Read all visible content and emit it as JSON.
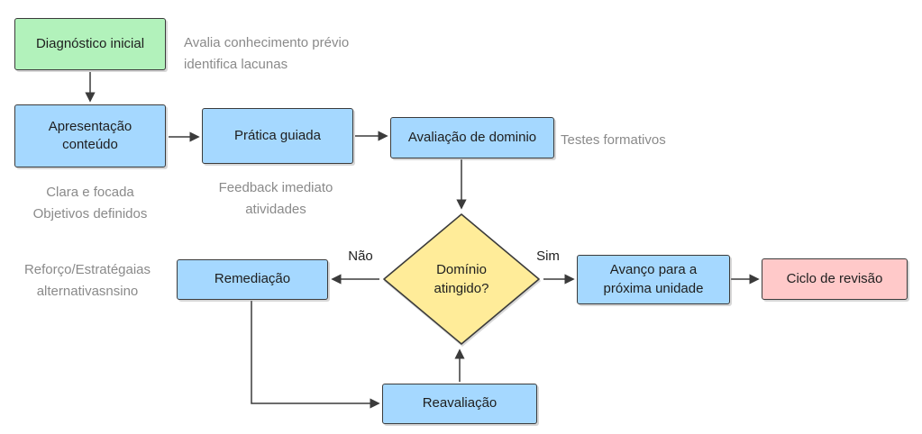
{
  "diagram": {
    "nodes": {
      "diagnostico": "Diagnóstico inicial",
      "apresentacao": "Apresentação conteúdo",
      "pratica": "Prática guiada",
      "avaliacao": "Avaliação de dominio",
      "dominio": "Domínio atingido?",
      "remediacao": "Remediação",
      "avanco": "Avanço para a próxima unidade",
      "ciclo": "Ciclo de revisão",
      "reavaliacao": "Reavaliação"
    },
    "annotations": {
      "diagnostico_note": "Avalia conhecimento prévio\nidentifica lacunas",
      "apresentacao_note": "Clara e focada\nObjetivos definidos",
      "pratica_note": "Feedback imediato\natividades",
      "avaliacao_note": "Testes formativos",
      "remediacao_note": "Reforço/Estratégaias\nalternativasnsino"
    },
    "edge_labels": {
      "nao": "Não",
      "sim": "Sim"
    },
    "colors": {
      "node-green": "#b2f2bb",
      "node-blue": "#a5d8ff",
      "node-yellow": "#ffec99",
      "node-pink": "#ffc9c9",
      "stroke": "#3b3b3b",
      "annotation": "#8a8a8a"
    }
  }
}
